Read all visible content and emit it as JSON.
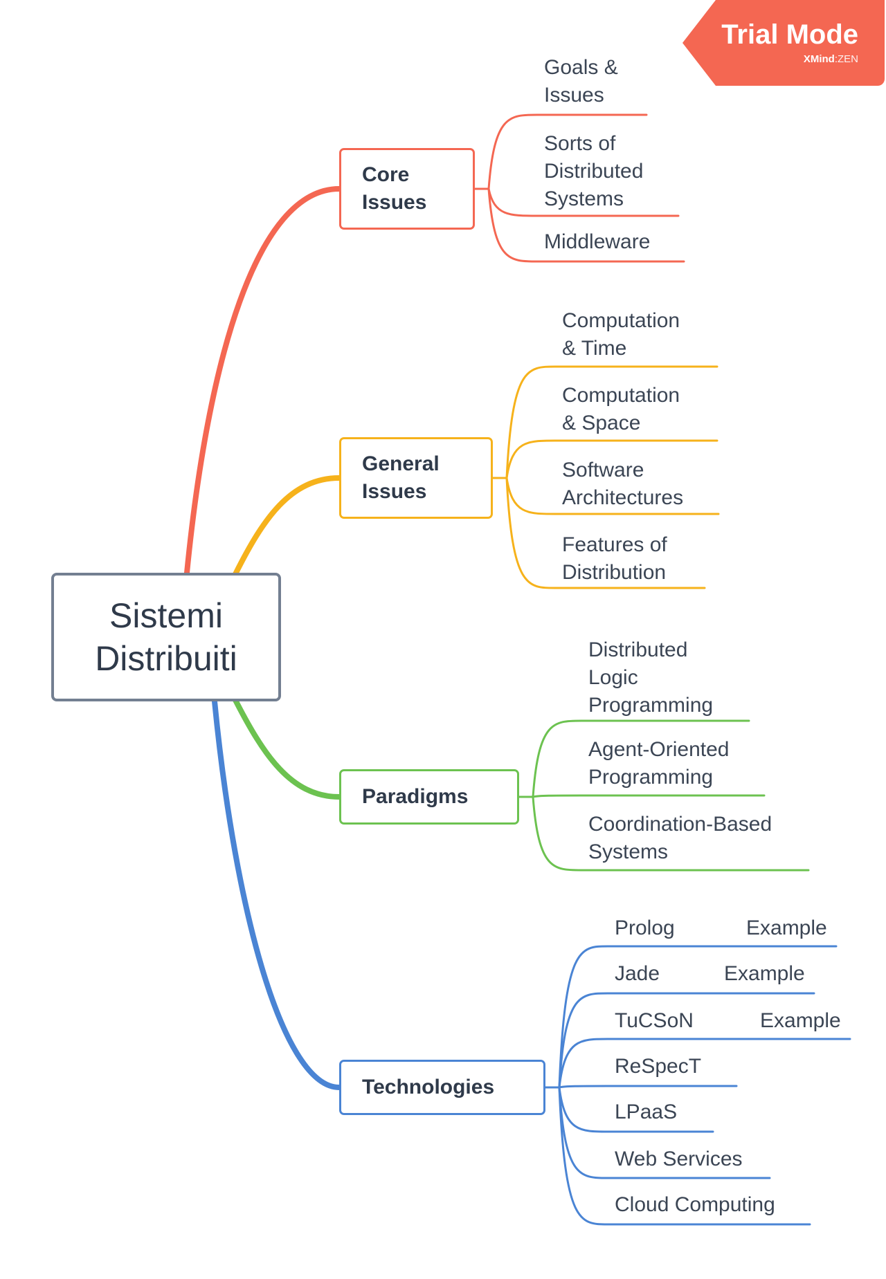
{
  "watermark": {
    "title": "Trial Mode",
    "brand": "XMind",
    "separator": ":",
    "edition": "ZEN"
  },
  "root": {
    "label": "Sistemi\nDistribuiti"
  },
  "colors": {
    "core": "#f46752",
    "general": "#f6b21b",
    "paradigms": "#6cc250",
    "technologies": "#4a84d4",
    "root_border": "#737f91"
  },
  "branches": [
    {
      "id": "core",
      "label": "Core\nIssues",
      "children": [
        "Goals &\nIssues",
        "Sorts of\nDistributed\nSystems",
        "Middleware"
      ]
    },
    {
      "id": "general",
      "label": "General\nIssues",
      "children": [
        "Computation\n& Time",
        "Computation\n& Space",
        "Software\nArchitectures",
        "Features of\nDistribution"
      ]
    },
    {
      "id": "paradigms",
      "label": "Paradigms",
      "children": [
        "Distributed\nLogic\nProgramming",
        "Agent-Oriented\nProgramming",
        "Coordination-Based\nSystems"
      ]
    },
    {
      "id": "technologies",
      "label": "Technologies",
      "children": [
        "Prolog",
        "Jade",
        "TuCSoN",
        "ReSpecT",
        "LPaaS",
        "Web Services",
        "Cloud Computing"
      ],
      "examples": {
        "Prolog": "Example",
        "Jade": "Example",
        "TuCSoN": "Example"
      }
    }
  ]
}
